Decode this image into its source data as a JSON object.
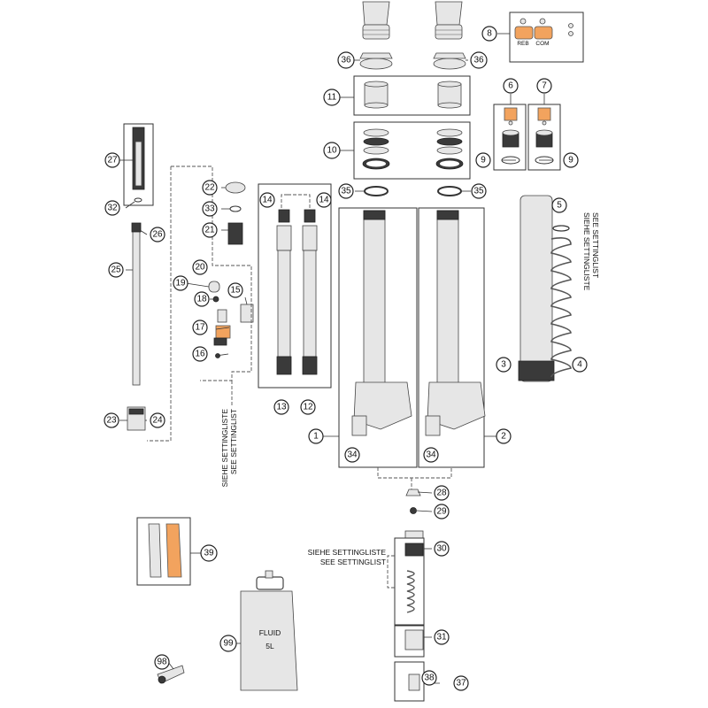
{
  "callouts": {
    "c1": "1",
    "c2": "2",
    "c3": "3",
    "c4": "4",
    "c5": "5",
    "c6": "6",
    "c7": "7",
    "c8": "8",
    "c9a": "9",
    "c9b": "9",
    "c10": "10",
    "c11": "11",
    "c12": "12",
    "c13": "13",
    "c14a": "14",
    "c14b": "14",
    "c15": "15",
    "c16": "16",
    "c17": "17",
    "c18": "18",
    "c19": "19",
    "c20": "20",
    "c21": "21",
    "c22": "22",
    "c23": "23",
    "c24": "24",
    "c25": "25",
    "c26": "26",
    "c27": "27",
    "c28": "28",
    "c29": "29",
    "c30": "30",
    "c31": "31",
    "c32": "32",
    "c33": "33",
    "c34a": "34",
    "c34b": "34",
    "c35a": "35",
    "c35b": "35",
    "c36a": "36",
    "c36b": "36",
    "c37": "37",
    "c38": "38",
    "c39": "39",
    "c98": "98",
    "c99": "99"
  },
  "labels": {
    "reb": "REB",
    "com": "COM",
    "siehe": "SIEHE SETTINGLISTE",
    "see": "SEE SETTINGLIST",
    "fluid": "FLUID",
    "volume": "5L"
  },
  "colors": {
    "part_orange": "#f2a35e",
    "line": "#333333"
  }
}
